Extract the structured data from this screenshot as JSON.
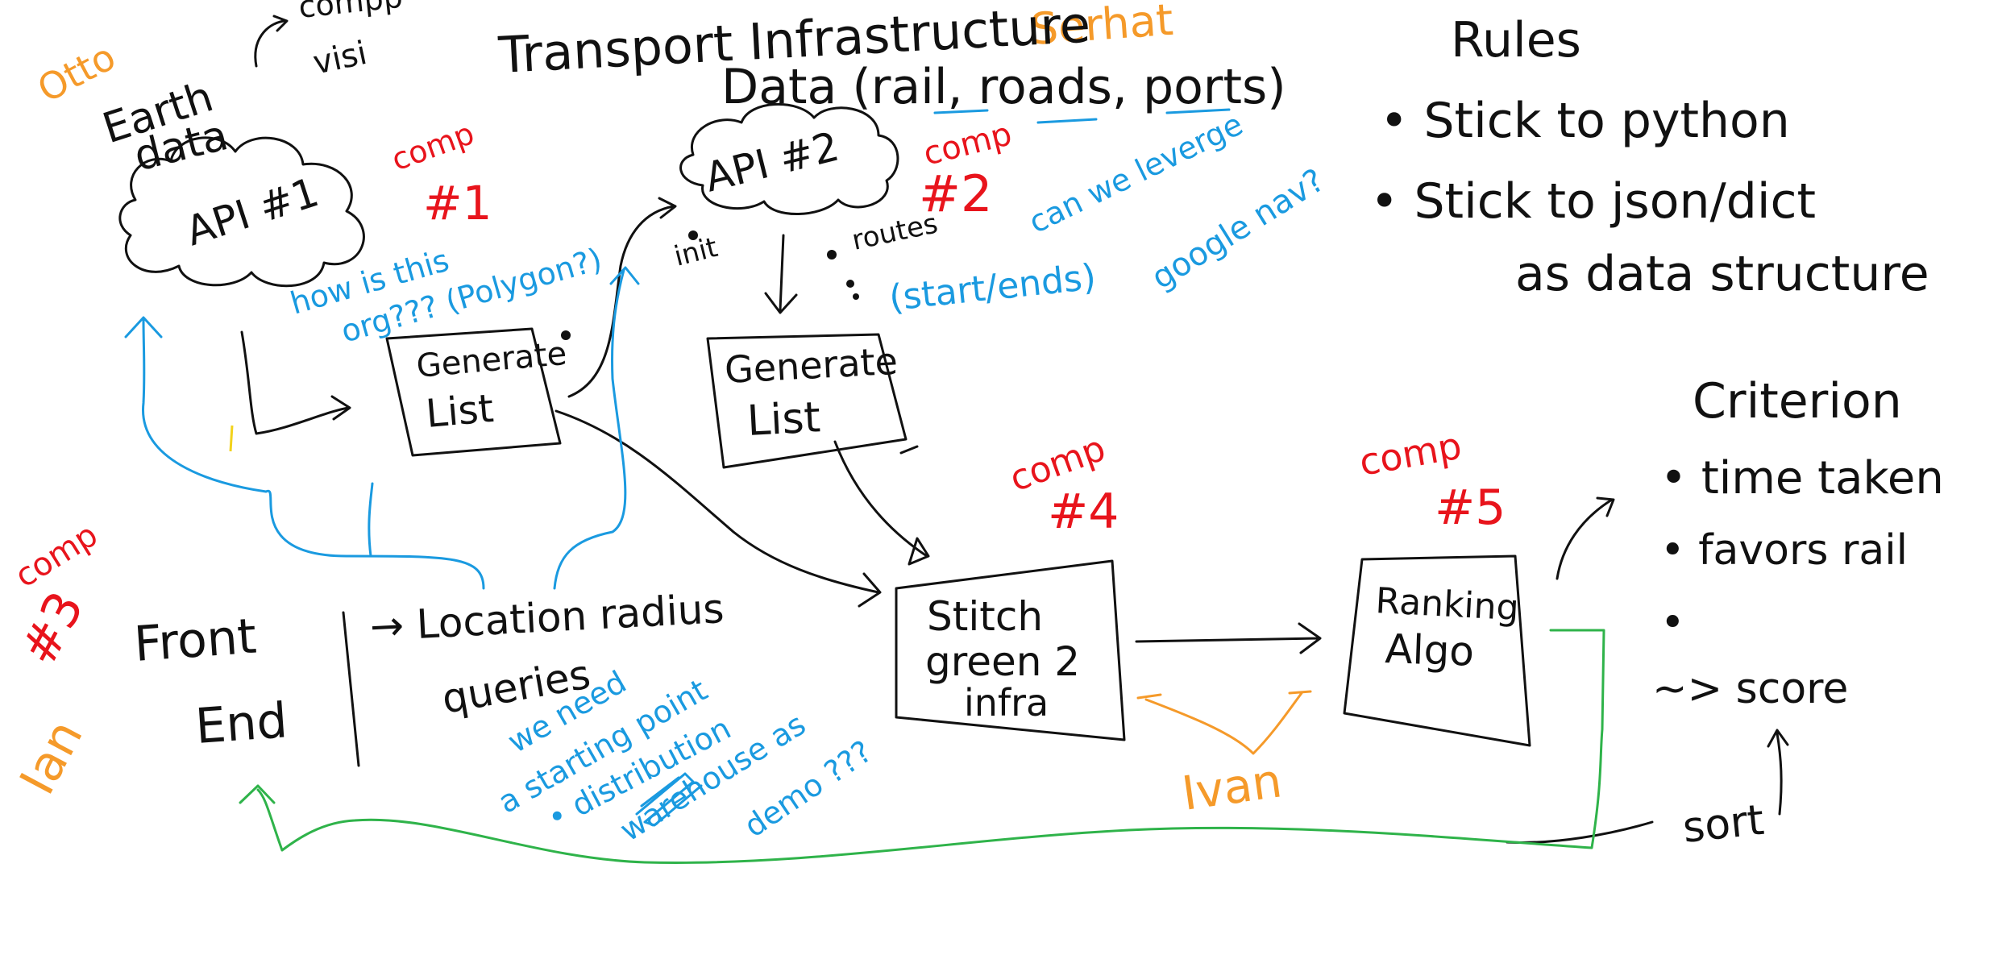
{
  "colors": {
    "ink": "#111111",
    "component": "#e8141c",
    "note": "#1a9ae0",
    "owner": "#f59a2a",
    "feedback": "#2fb34a"
  },
  "owners": {
    "otto": "Otto",
    "serhat": "Serhat",
    "ian": "Ian",
    "ivan": "Ivan"
  },
  "components": {
    "comp1": {
      "tag": "comp",
      "num": "#1"
    },
    "comp2": {
      "tag": "comp",
      "num": "#2"
    },
    "comp3": {
      "tag": "comp",
      "num": "#3"
    },
    "comp4": {
      "tag": "comp",
      "num": "#4"
    },
    "comp5": {
      "tag": "comp",
      "num": "#5"
    }
  },
  "earth": {
    "title_line1": "Earth",
    "title_line2": "data",
    "api": "API #1",
    "aside_line1": "compp",
    "aside_line2": "visi"
  },
  "transport": {
    "title": "Transport Infrastructure",
    "subtitle": "Data (rail, roads, ports)",
    "api": "API #2",
    "bullet_init": "init",
    "bullet_routes": "routes"
  },
  "nodes": {
    "gen_list_1_line1": "Generate",
    "gen_list_1_line2": "List",
    "gen_list_2_line1": "Generate",
    "gen_list_2_line2": "List",
    "stitch_line1": "Stitch",
    "stitch_line2": "green 2",
    "stitch_line3": "infra",
    "ranking_line1": "Ranking",
    "ranking_line2": "Algo",
    "frontend_line1": "Front",
    "frontend_line2": "End"
  },
  "queries": {
    "line1": "→ Location radius",
    "line2": "queries"
  },
  "notes": {
    "polygon_line1": "how is this",
    "polygon_line2": "org??? (Polygon?)",
    "start_ends": "(start/ends)",
    "leverage_line1": "can we leverge",
    "leverage_line2": "google nav?",
    "starting_line1": "we need",
    "starting_line2": "a starting point",
    "starting_line3": "• distribution",
    "starting_line4": "warehouse as",
    "starting_line5": "demo ???"
  },
  "rules": {
    "title": "Rules",
    "item1": "• Stick to python",
    "item2_line1": "• Stick to json/dict",
    "item2_line2": "as data structure"
  },
  "criterion": {
    "title": "Criterion",
    "item1": "• time taken",
    "item2": "• favors rail",
    "item3": "•",
    "score": "~> score",
    "sort": "sort"
  }
}
